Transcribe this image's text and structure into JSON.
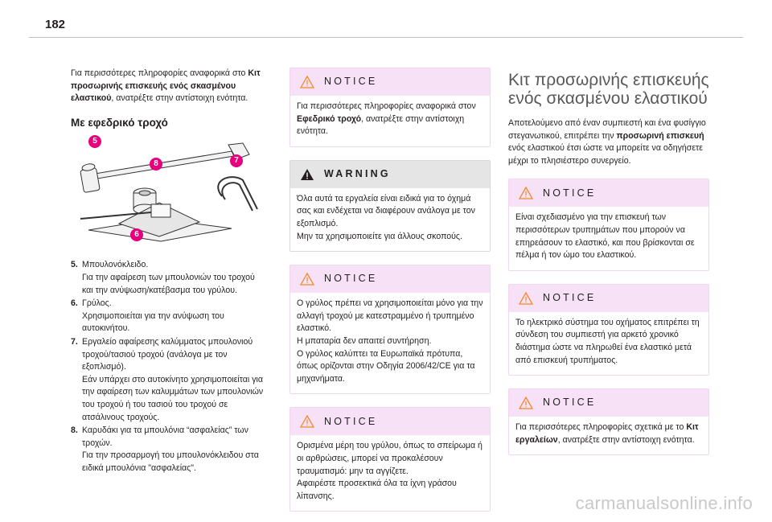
{
  "page_number": "182",
  "col1": {
    "intro_text1": "Για περισσότερες πληροφορίες αναφορικά στο ",
    "intro_bold": "Κιτ προσωρινής επισκευής ενός σκασμένου ελαστικού",
    "intro_text2": ", ανατρέξτε στην αντίστοιχη ενότητα.",
    "subheading": "Με εφεδρικό τροχό",
    "callouts": [
      "5",
      "8",
      "7",
      "6"
    ],
    "items": [
      {
        "num": "5.",
        "text": "Μπουλονόκλειδο.\nΓια την αφαίρεση των μπουλονιών του τροχού και την ανύψωση/κατέβασμα του γρύλου."
      },
      {
        "num": "6.",
        "text": "Γρύλος.\nΧρησιμοποιείται για την ανύψωση του αυτοκινήτου."
      },
      {
        "num": "7.",
        "text": "Εργαλείο αφαίρεσης καλύμματος μπουλονιού τροχού/τασιού τροχού (ανάλογα με τον εξοπλισμό).\nΕάν υπάρχει στο αυτοκίνητο χρησιμοποιείται για την αφαίρεση των καλυμμάτων των μπουλονιών του τροχού ή του τασιού του τροχού σε ατσάλινους τροχούς."
      },
      {
        "num": "8.",
        "text": "Καρυδάκι για τα μπουλόνια “ασφαλείας” των τροχών.\nΓια την προσαρμογή του μπουλονόκλειδου στα ειδικά μπουλόνια \"ασφαλείας\"."
      }
    ]
  },
  "col2": {
    "notice1": {
      "label": "NOTICE",
      "text1": "Για περισσότερες πληροφορίες αναφορικά στον ",
      "bold": "Εφεδρικό τροχό",
      "text2": ", ανατρέξτε στην αντίστοιχη ενότητα."
    },
    "warning": {
      "label": "WARNING",
      "text": "Όλα αυτά τα εργαλεία είναι ειδικά για το όχημά σας και ενδέχεται να διαφέρουν ανάλογα με τον εξοπλισμό.\nΜην τα χρησιμοποιείτε για άλλους σκοπούς."
    },
    "notice2": {
      "label": "NOTICE",
      "text": "Ο γρύλος πρέπει να χρησιμοποιείται μόνο για την αλλαγή τροχού με κατεστραμμένο ή τρυπημένο ελαστικό.\nΗ μπαταρία δεν απαιτεί συντήρηση.\nΟ γρύλος καλύπτει τα Ευρωπαϊκά πρότυπα, όπως ορίζονται στην Οδηγία 2006/42/CE για τα μηχανήματα."
    },
    "notice3": {
      "label": "NOTICE",
      "text": "Ορισμένα μέρη του γρύλου, όπως το σπείρωμα ή οι αρθρώσεις, μπορεί να προκαλέσουν τραυματισμό: μην τα αγγίζετε.\nΑφαιρέστε προσεκτικά όλα τα ίχνη γράσου λίπανσης."
    }
  },
  "col3": {
    "title": "Κιτ προσωρινής επισκευής ενός σκασμένου ελαστικού",
    "intro_text1": "Αποτελούμενο από έναν συμπιεστή και ένα φυσίγγιο στεγανωτικού, επιτρέπει την ",
    "intro_bold": "προσωρινή επισκευή",
    "intro_text2": " ενός ελαστικού έτσι ώστε να μπορείτε να οδηγήσετε μέχρι το πλησιέστερο συνεργείο.",
    "notice1": {
      "label": "NOTICE",
      "text": "Είναι σχεδιασμένο για την επισκευή των περισσότερων τρυπημάτων που μπορούν να επηρεάσουν το ελαστικό, και που βρίσκονται σε πέλμα ή τον ώμο του ελαστικού."
    },
    "notice2": {
      "label": "NOTICE",
      "text": "Το ηλεκτρικό σύστημα του οχήματος επιτρέπει τη σύνδεση του συμπιεστή για αρκετό χρονικό διάστημα ώστε να πληρωθεί ένα ελαστικό μετά από επισκευή τρυπήματος."
    },
    "notice3": {
      "label": "NOTICE",
      "text1": "Για περισσότερες πληροφορίες σχετικά με το ",
      "bold": "Κιτ εργαλείων",
      "text2": ", ανατρέξτε στην αντίστοιχη ενότητα."
    }
  },
  "watermark": "carmanualsonline.info",
  "colors": {
    "notice_bg": "#f6e1f6",
    "warning_bg": "#e5e5e5",
    "callout": "#e6007e",
    "title_gray": "#58595b"
  },
  "icons": {
    "notice": "caution-triangle-outline-icon",
    "warning": "warning-triangle-filled-icon"
  }
}
